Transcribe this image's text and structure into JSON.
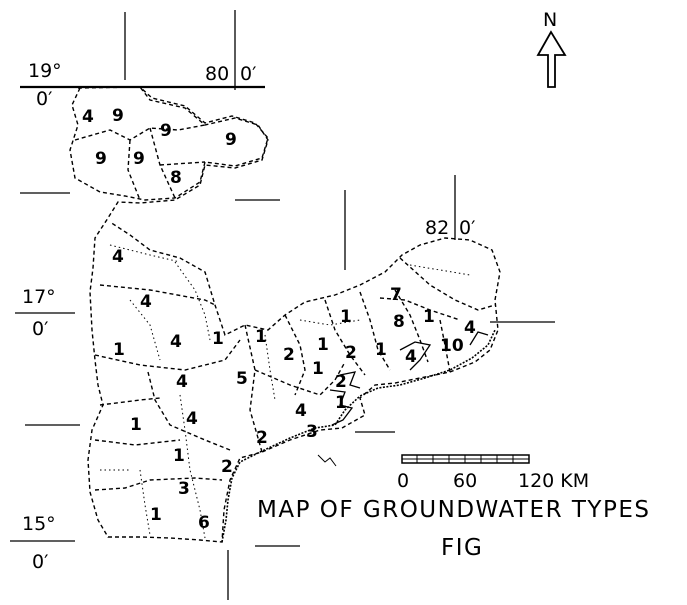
{
  "map": {
    "coords": {
      "lat_19": "19°",
      "lat_19_min": "0′",
      "lon_80": "80",
      "lon_80_min": "0′",
      "lon_82": "82",
      "lon_82_min": "0′",
      "lat_17": "17°",
      "lat_17_min": "0′",
      "lat_15": "15°",
      "lat_15_min": "0′"
    },
    "north_label": "N",
    "scale": {
      "tick_0": "0",
      "tick_60": "60",
      "tick_120": "120 KM"
    },
    "title": "MAP OF GROUNDWATER TYPES",
    "fig_label": "FIG",
    "zone_numbers": [
      "4",
      "9",
      "9",
      "9",
      "9",
      "9",
      "8",
      "4",
      "4",
      "1",
      "4",
      "1",
      "1",
      "4",
      "5",
      "1",
      "4",
      "1",
      "2",
      "1",
      "2",
      "1",
      "1",
      "2",
      "1",
      "7",
      "8",
      "1",
      "10",
      "4",
      "4",
      "2",
      "4",
      "3",
      "1",
      "2",
      "3",
      "1",
      "6"
    ]
  }
}
